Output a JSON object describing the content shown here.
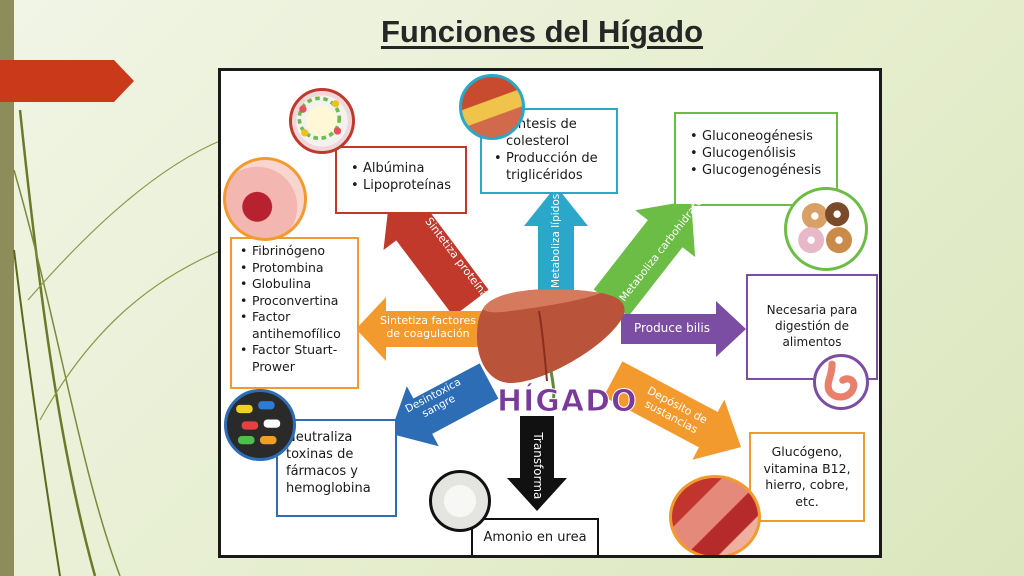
{
  "slide": {
    "title": "Funciones del Hígado"
  },
  "diagram": {
    "center_label": "HÍGADO",
    "proteinas": {
      "arrow": "Sintetiza proteínas",
      "items": [
        "Albúmina",
        "Lipoproteínas"
      ]
    },
    "lipidos": {
      "arrow": "Metaboliza lípidos",
      "items": [
        "Síntesis de colesterol",
        "Producción de triglicéridos"
      ]
    },
    "carbohidratos": {
      "arrow": "Metaboliza carbohidratos",
      "items": [
        "Gluconeogénesis",
        "Glucogenólisis",
        "Glucogenogénesis"
      ]
    },
    "coagulacion": {
      "arrow_line1": "Sintetiza factores",
      "arrow_line2": "de coagulación",
      "items": [
        "Fibrinógeno",
        "Protombina",
        "Globulina",
        "Proconvertina",
        "Factor antihemofílico",
        "Factor Stuart-Prower"
      ]
    },
    "bilis": {
      "arrow": "Produce bilis",
      "text": "Necesaria para digestión de alimentos"
    },
    "desintoxica": {
      "arrow_line1": "Desintoxica",
      "arrow_line2": "sangre",
      "text": "Neutraliza toxinas de fármacos y hemoglobina"
    },
    "transforma": {
      "arrow": "Transforma",
      "text": "Amonio en urea"
    },
    "deposito": {
      "arrow_line1": "Depósito de",
      "arrow_line2": "sustancias",
      "text": "Glucógeno, vitamina B12, hierro, cobre, etc."
    }
  },
  "colors": {
    "red": "#c0392b",
    "blue_green": "#2aa7c9",
    "green": "#6cbd45",
    "orange": "#f39a2e",
    "purple": "#7b4ea3",
    "blue": "#2c6db5",
    "black": "#111111",
    "liver": "#b9533a",
    "accent_tab": "#c9391a",
    "frame_border": "#1a1a1a"
  },
  "icons": [
    "proteins-molecule-icon",
    "artery-lipids-icon",
    "donuts-icon",
    "muscle-tissue-icon",
    "stomach-icon",
    "pills-icon",
    "urea-crystals-icon",
    "meat-food-icon",
    "liver-icon"
  ]
}
